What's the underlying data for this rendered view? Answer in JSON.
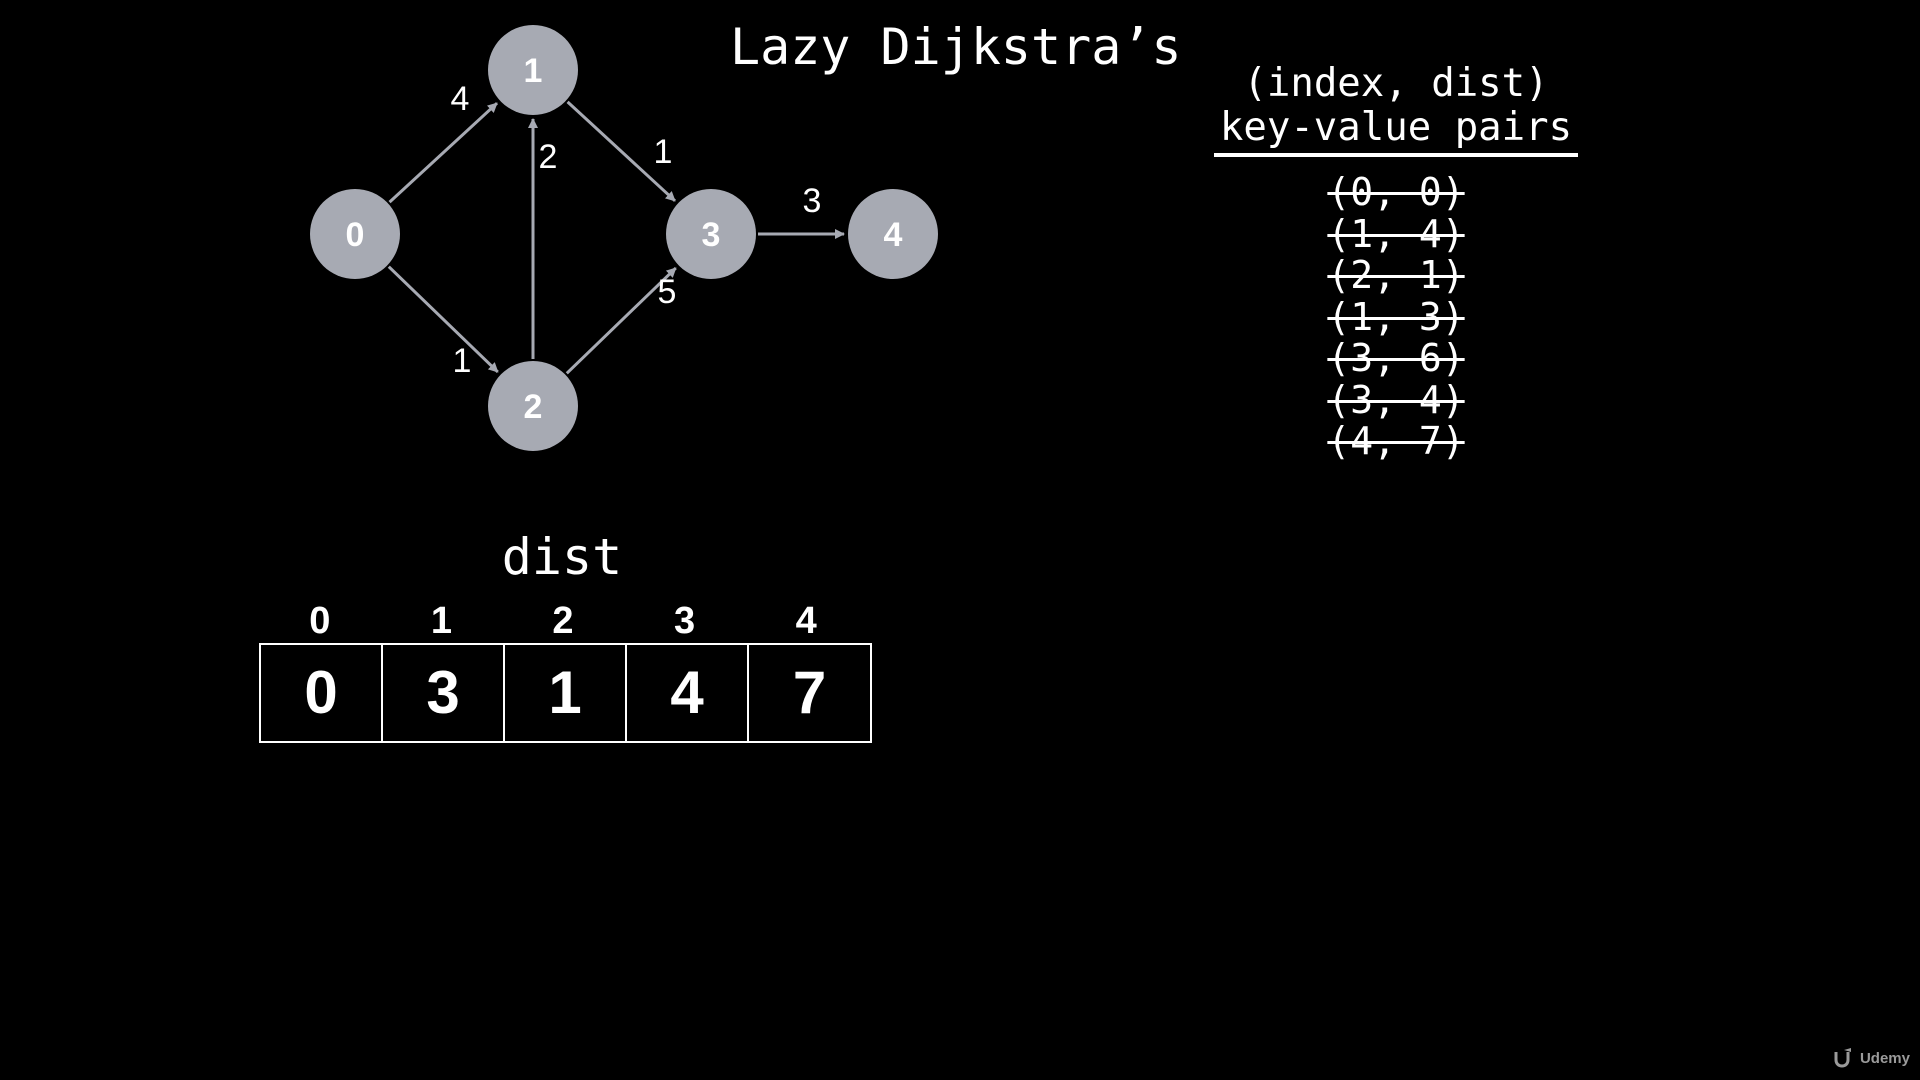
{
  "title": "Lazy Dijkstra’s",
  "graph": {
    "nodes": [
      "0",
      "1",
      "2",
      "3",
      "4"
    ],
    "edges": [
      {
        "from": "0",
        "to": "1",
        "weight": "4"
      },
      {
        "from": "0",
        "to": "2",
        "weight": "1"
      },
      {
        "from": "2",
        "to": "1",
        "weight": "2"
      },
      {
        "from": "1",
        "to": "3",
        "weight": "1"
      },
      {
        "from": "2",
        "to": "3",
        "weight": "5"
      },
      {
        "from": "3",
        "to": "4",
        "weight": "3"
      }
    ],
    "node_color": "#a7aab3",
    "edge_color": "#a7aab3"
  },
  "priority_queue": {
    "header_line1": "(index, dist)",
    "header_line2": "key-value pairs",
    "items": [
      "(0, 0)",
      "(1, 4)",
      "(2, 1)",
      "(1, 3)",
      "(3, 6)",
      "(3, 4)",
      "(4, 7)"
    ]
  },
  "dist": {
    "title": "dist",
    "indices": [
      "0",
      "1",
      "2",
      "3",
      "4"
    ],
    "values": [
      "0",
      "3",
      "1",
      "4",
      "7"
    ]
  },
  "watermark": {
    "text": "Udemy",
    "icon": "udemy-logo-icon"
  }
}
